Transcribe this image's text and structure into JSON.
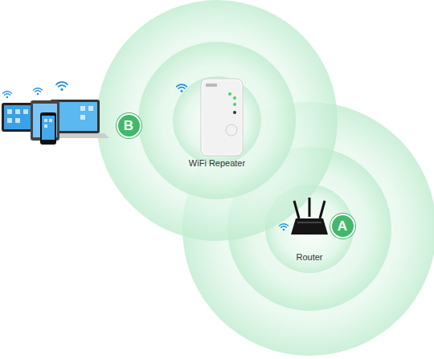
{
  "diagram": {
    "nodes": [
      {
        "text": [
          "B"
        ]
      },
      {
        "text": [
          "A"
        ]
      }
    ],
    "labels": [
      "WiFi Repeater",
      "Router"
    ]
  }
}
